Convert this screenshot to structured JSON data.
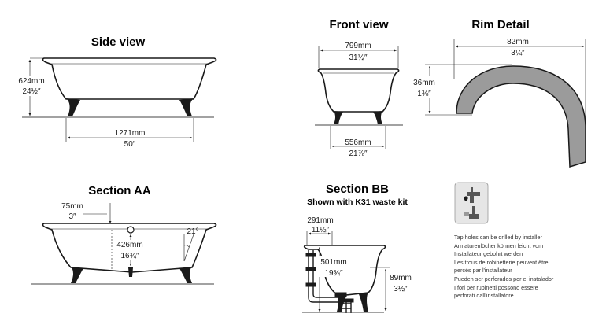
{
  "views": {
    "side": {
      "title": "Side view",
      "height_mm": "624mm",
      "height_in": "24½″",
      "length_mm": "1271mm",
      "length_in": "50″"
    },
    "front": {
      "title": "Front view",
      "width_mm": "799mm",
      "width_in": "31½″",
      "base_mm": "556mm",
      "base_in": "21⅞″"
    },
    "rim": {
      "title": "Rim Detail",
      "width_mm": "82mm",
      "width_in": "3¼″",
      "height_mm": "36mm",
      "height_in": "1⅜″"
    },
    "section_aa": {
      "title": "Section AA",
      "rim_mm": "75mm",
      "rim_in": "3″",
      "depth_mm": "426mm",
      "depth_in": "16¾″",
      "angle": "21°"
    },
    "section_bb": {
      "title": "Section BB",
      "subtitle": "Shown with K31 waste kit",
      "offset_mm": "291mm",
      "offset_in": "11½″",
      "depth_mm": "501mm",
      "depth_in": "19¾″",
      "floor_mm": "89mm",
      "floor_in": "3½″"
    }
  },
  "tap_note": [
    "Tap holes can be drilled by installer",
    "Armaturenlöcher können leicht vom",
    "Installateur gebohrt werden",
    "Les trous de robinetterie peuvent être",
    "percés par l'installateur",
    "Pueden ser perforados por el instalador",
    "I fori per rubinetti possono essere",
    "perforati dall'installatore"
  ],
  "colors": {
    "rim_fill": "#9b9b9b",
    "line": "#1a1a1a"
  }
}
